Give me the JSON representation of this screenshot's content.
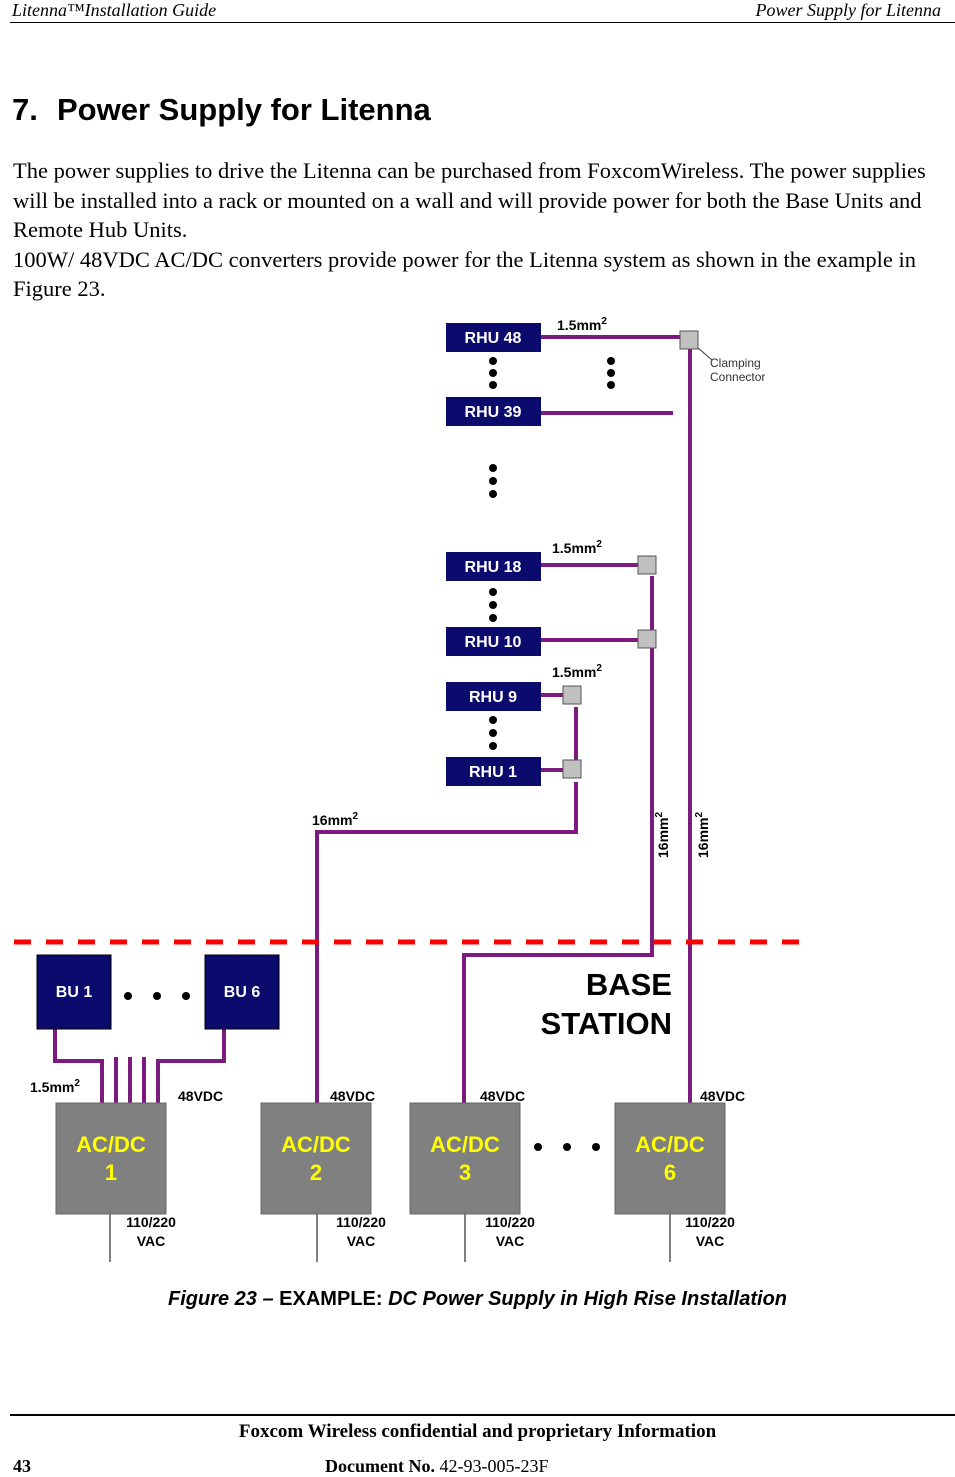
{
  "header": {
    "left": "Litenna™Installation Guide",
    "right": "Power Supply for Litenna"
  },
  "section": {
    "number": "7.",
    "title": "Power Supply for Litenna"
  },
  "body": {
    "para1": "The power supplies to drive the Litenna can be purchased from FoxcomWireless. The power supplies will be installed into a rack or mounted on a wall and will provide power for both the Base Units and Remote Hub Units.",
    "para2": "100W/ 48VDC AC/DC converters provide power for the Litenna system as shown in the example in Figure 23."
  },
  "diagram": {
    "rhu_labels": [
      "RHU 48",
      "RHU 39",
      "RHU 18",
      "RHU 10",
      "RHU 9",
      "RHU 1"
    ],
    "wire_small": "1.5mm",
    "wire_large": "16mm",
    "superscript": "2",
    "clamping_1": "Clamping",
    "clamping_2": "Connector",
    "bu_labels": [
      "BU 1",
      "BU 6"
    ],
    "base_station_1": "BASE",
    "base_station_2": "STATION",
    "dc_label": "48VDC",
    "acdc_title": "AC/DC",
    "acdc_numbers": [
      "1",
      "2",
      "3",
      "6"
    ],
    "ac_voltage": "110/220",
    "ac_unit": "VAC",
    "colors": {
      "rhu_fill": "#0b0b6e",
      "wire": "#7b1a7f",
      "converter": "#808080",
      "converter_text": "#ffff00",
      "dash": "#ff0000",
      "connector": "#c0c0c0"
    }
  },
  "caption": {
    "prefix": "Figure 23 – ",
    "bold": "EXAMPLE: ",
    "italic": "DC Power Supply in High Rise Installation"
  },
  "footer": {
    "confidential": "Foxcom Wireless confidential and proprietary Information",
    "page": "43",
    "doc_label": "Document No.",
    "doc_number": "42-93-005-23F"
  }
}
